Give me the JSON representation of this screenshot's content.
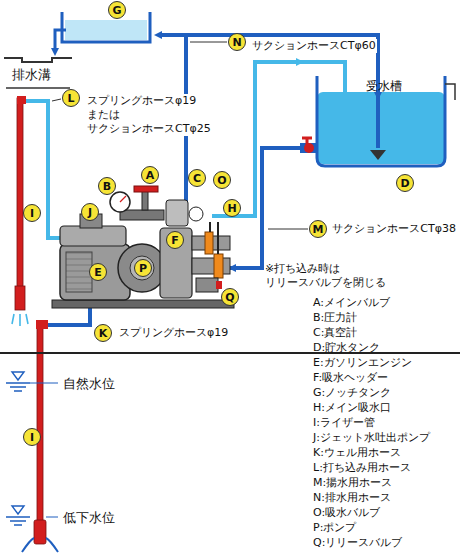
{
  "diagram": {
    "nodes": [
      {
        "text": [
          "G"
        ]
      },
      {
        "text": [
          "N"
        ]
      },
      {
        "text": [
          "L"
        ]
      },
      {
        "text": [
          "A"
        ]
      },
      {
        "text": [
          "B"
        ]
      },
      {
        "text": [
          "C"
        ]
      },
      {
        "text": [
          "O"
        ]
      },
      {
        "text": [
          "D"
        ]
      },
      {
        "text": [
          "J"
        ]
      },
      {
        "text": [
          "H"
        ]
      },
      {
        "text": [
          "F"
        ]
      },
      {
        "text": [
          "M"
        ]
      },
      {
        "text": [
          "I"
        ]
      },
      {
        "text": [
          "P"
        ]
      },
      {
        "text": [
          "E"
        ]
      },
      {
        "text": [
          "Q"
        ]
      },
      {
        "text": [
          "K"
        ]
      },
      {
        "text": [
          "I"
        ]
      }
    ],
    "labels": [
      "排水溝",
      "サクションホースCTφ60",
      "受水槽",
      "スプリングホースφ19 または サクションホースCTφ25",
      "サクションホースCTφ38",
      "※打ち込み時は リリースバルブを閉じる",
      "スプリングホースφ19",
      "自然水位",
      "低下水位",
      "A:メインバルブ",
      "B:圧力計",
      "C:真空計",
      "D:貯水タンク",
      "E:ガソリンエンジン",
      "F:吸水ヘッダー",
      "G:ノッチタンク",
      "H:メイン吸水口",
      "I:ライザー管",
      "J:ジェット水吐出ポンプ",
      "K:ウェル用ホース",
      "L:打ち込み用ホース",
      "M:揚水用ホース",
      "N:排水用ホース",
      "O:吸水バルブ",
      "P:ポンプ",
      "Q:リリースバルブ"
    ]
  }
}
